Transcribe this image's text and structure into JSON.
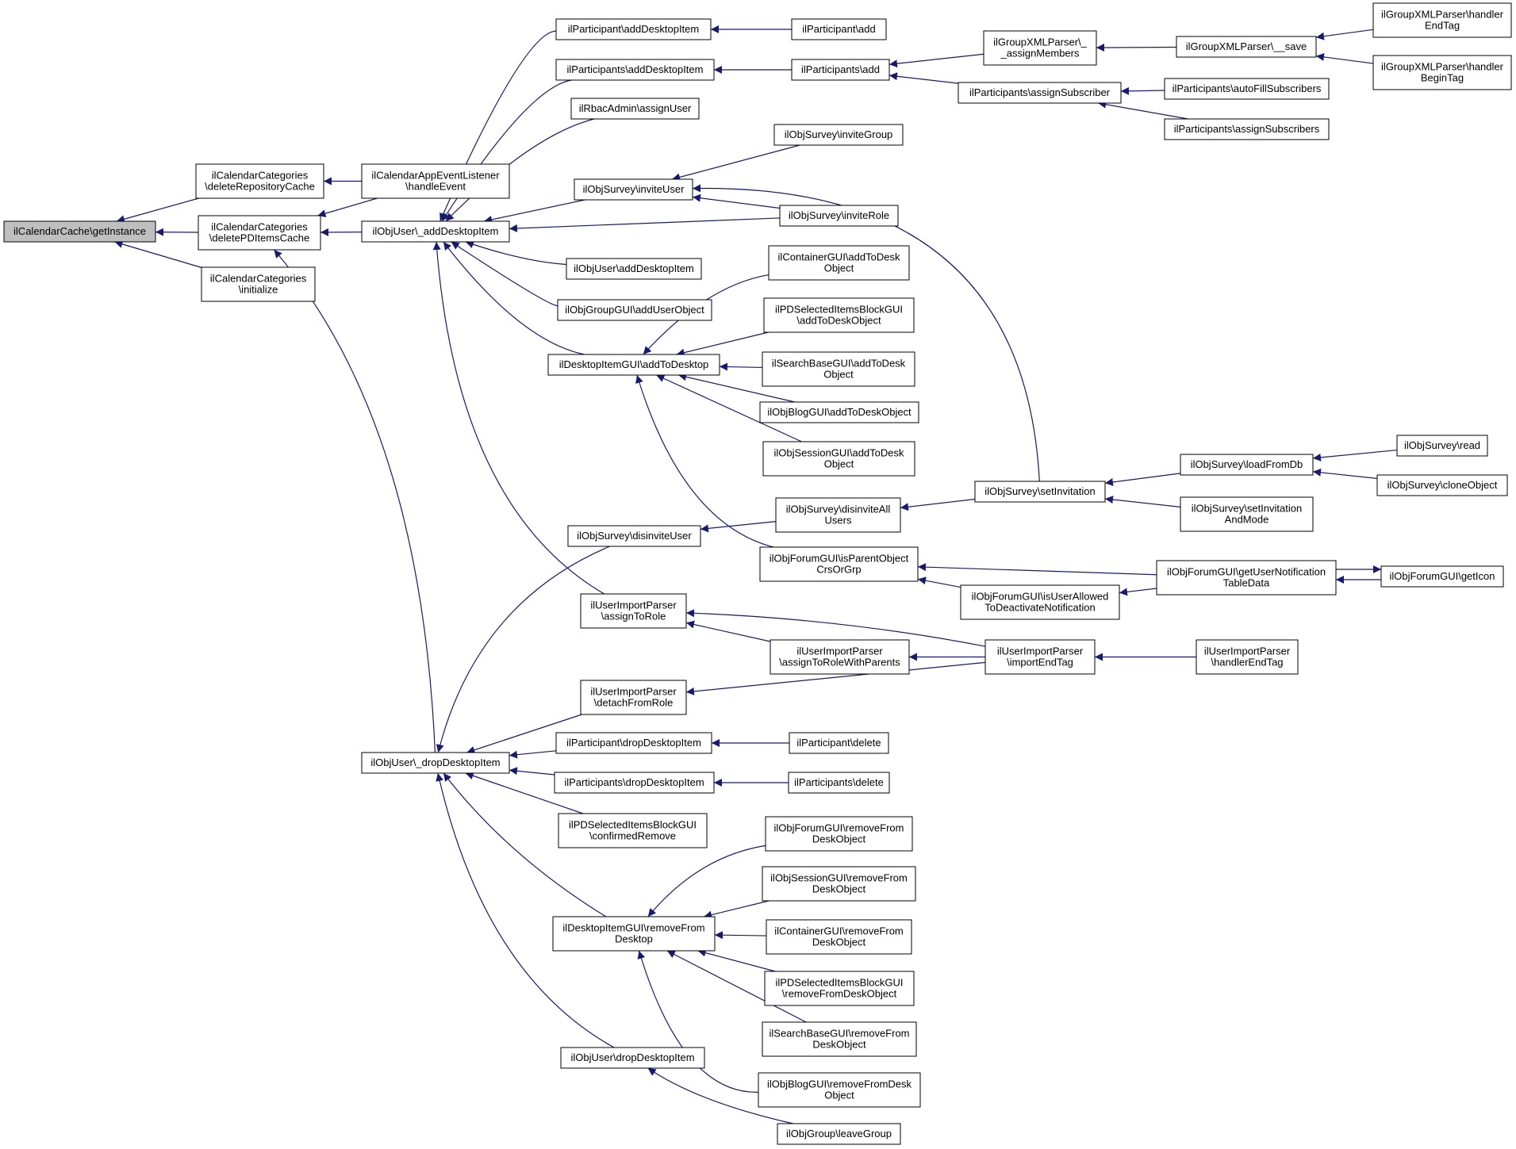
{
  "colors": {
    "edge": "#191970",
    "node_border": "#000000",
    "node_fill": "#ffffff",
    "root_fill": "#bfbfbf"
  },
  "nodes": [
    {
      "id": "n0",
      "lines": [
        "ilCalendarCache\\getInstance"
      ],
      "root": true
    },
    {
      "id": "n1",
      "lines": [
        "ilCalendarCategories",
        "\\deleteRepositoryCache"
      ]
    },
    {
      "id": "n2",
      "lines": [
        "ilCalendarCategories",
        "\\deletePDItemsCache"
      ]
    },
    {
      "id": "n3",
      "lines": [
        "ilCalendarCategories",
        "\\initialize"
      ]
    },
    {
      "id": "n4",
      "lines": [
        "ilCalendarAppEventListener",
        "\\handleEvent"
      ]
    },
    {
      "id": "n5",
      "lines": [
        "ilObjUser\\_addDesktopItem"
      ]
    },
    {
      "id": "n6",
      "lines": [
        "ilObjUser\\_dropDesktopItem"
      ]
    },
    {
      "id": "n7",
      "lines": [
        "ilParticipant\\addDesktopItem"
      ]
    },
    {
      "id": "n8",
      "lines": [
        "ilParticipants\\addDesktopItem"
      ]
    },
    {
      "id": "n9",
      "lines": [
        "ilRbacAdmin\\assignUser"
      ]
    },
    {
      "id": "n10",
      "lines": [
        "ilObjSurvey\\inviteUser"
      ]
    },
    {
      "id": "n11",
      "lines": [
        "ilObjUser\\addDesktopItem"
      ]
    },
    {
      "id": "n12",
      "lines": [
        "ilObjGroupGUI\\addUserObject"
      ]
    },
    {
      "id": "n13",
      "lines": [
        "ilDesktopItemGUI\\addToDesktop"
      ]
    },
    {
      "id": "n14",
      "lines": [
        "ilUserImportParser",
        "\\assignToRole"
      ]
    },
    {
      "id": "n15",
      "lines": [
        "ilObjSurvey\\disinviteUser"
      ]
    },
    {
      "id": "n16",
      "lines": [
        "ilUserImportParser",
        "\\detachFromRole"
      ]
    },
    {
      "id": "n17",
      "lines": [
        "ilParticipant\\dropDesktopItem"
      ]
    },
    {
      "id": "n18",
      "lines": [
        "ilParticipants\\dropDesktopItem"
      ]
    },
    {
      "id": "n19",
      "lines": [
        "ilPDSelectedItemsBlockGUI",
        "\\confirmedRemove"
      ]
    },
    {
      "id": "n20",
      "lines": [
        "ilDesktopItemGUI\\removeFrom",
        "Desktop"
      ]
    },
    {
      "id": "n21",
      "lines": [
        "ilObjUser\\dropDesktopItem"
      ]
    },
    {
      "id": "n22",
      "lines": [
        "ilParticipant\\add"
      ]
    },
    {
      "id": "n23",
      "lines": [
        "ilParticipants\\add"
      ]
    },
    {
      "id": "n24",
      "lines": [
        "ilObjSurvey\\inviteGroup"
      ]
    },
    {
      "id": "n25",
      "lines": [
        "ilObjSurvey\\inviteRole"
      ]
    },
    {
      "id": "n26",
      "lines": [
        "ilContainerGUI\\addToDesk",
        "Object"
      ]
    },
    {
      "id": "n27",
      "lines": [
        "ilPDSelectedItemsBlockGUI",
        "\\addToDeskObject"
      ]
    },
    {
      "id": "n28",
      "lines": [
        "ilSearchBaseGUI\\addToDesk",
        "Object"
      ]
    },
    {
      "id": "n29",
      "lines": [
        "ilObjBlogGUI\\addToDeskObject"
      ]
    },
    {
      "id": "n30",
      "lines": [
        "ilObjSessionGUI\\addToDesk",
        "Object"
      ]
    },
    {
      "id": "n31",
      "lines": [
        "ilObjSurvey\\disinviteAll",
        "Users"
      ]
    },
    {
      "id": "n32",
      "lines": [
        "ilObjForumGUI\\isParentObject",
        "CrsOrGrp"
      ]
    },
    {
      "id": "n33",
      "lines": [
        "ilUserImportParser",
        "\\assignToRoleWithParents"
      ]
    },
    {
      "id": "n34",
      "lines": [
        "ilParticipant\\delete"
      ]
    },
    {
      "id": "n35",
      "lines": [
        "ilParticipants\\delete"
      ]
    },
    {
      "id": "n36",
      "lines": [
        "ilObjForumGUI\\removeFrom",
        "DeskObject"
      ]
    },
    {
      "id": "n37",
      "lines": [
        "ilObjSessionGUI\\removeFrom",
        "DeskObject"
      ]
    },
    {
      "id": "n38",
      "lines": [
        "ilContainerGUI\\removeFrom",
        "DeskObject"
      ]
    },
    {
      "id": "n39",
      "lines": [
        "ilPDSelectedItemsBlockGUI",
        "\\removeFromDeskObject"
      ]
    },
    {
      "id": "n40",
      "lines": [
        "ilSearchBaseGUI\\removeFrom",
        "DeskObject"
      ]
    },
    {
      "id": "n41",
      "lines": [
        "ilObjBlogGUI\\removeFromDesk",
        "Object"
      ]
    },
    {
      "id": "n42",
      "lines": [
        "ilObjGroup\\leaveGroup"
      ]
    },
    {
      "id": "n43",
      "lines": [
        "ilGroupXMLParser\\_",
        "_assignMembers"
      ]
    },
    {
      "id": "n44",
      "lines": [
        "ilParticipants\\assignSubscriber"
      ]
    },
    {
      "id": "n45",
      "lines": [
        "ilObjSurvey\\setInvitation"
      ]
    },
    {
      "id": "n46",
      "lines": [
        "ilObjForumGUI\\isUserAllowed",
        "ToDeactivateNotification"
      ]
    },
    {
      "id": "n47",
      "lines": [
        "ilUserImportParser",
        "\\importEndTag"
      ]
    },
    {
      "id": "n48",
      "lines": [
        "ilGroupXMLParser\\__save"
      ]
    },
    {
      "id": "n49",
      "lines": [
        "ilParticipants\\autoFillSubscribers"
      ]
    },
    {
      "id": "n50",
      "lines": [
        "ilParticipants\\assignSubscribers"
      ]
    },
    {
      "id": "n51",
      "lines": [
        "ilObjSurvey\\loadFromDb"
      ]
    },
    {
      "id": "n52",
      "lines": [
        "ilObjSurvey\\setInvitation",
        "AndMode"
      ]
    },
    {
      "id": "n53",
      "lines": [
        "ilObjForumGUI\\getUserNotification",
        "TableData"
      ]
    },
    {
      "id": "n54",
      "lines": [
        "ilUserImportParser",
        "\\handlerEndTag"
      ]
    },
    {
      "id": "n55",
      "lines": [
        "ilGroupXMLParser\\handler",
        "EndTag"
      ]
    },
    {
      "id": "n56",
      "lines": [
        "ilGroupXMLParser\\handler",
        "BeginTag"
      ]
    },
    {
      "id": "n57",
      "lines": [
        "ilObjSurvey\\read"
      ]
    },
    {
      "id": "n58",
      "lines": [
        "ilObjSurvey\\cloneObject"
      ]
    },
    {
      "id": "n59",
      "lines": [
        "ilObjForumGUI\\getIcon"
      ]
    }
  ],
  "edges": [
    [
      "n1",
      "n0"
    ],
    [
      "n2",
      "n0"
    ],
    [
      "n3",
      "n0"
    ],
    [
      "n4",
      "n1"
    ],
    [
      "n4",
      "n2"
    ],
    [
      "n5",
      "n2"
    ],
    [
      "n6",
      "n2"
    ],
    [
      "n7",
      "n5"
    ],
    [
      "n8",
      "n5"
    ],
    [
      "n9",
      "n5"
    ],
    [
      "n10",
      "n5"
    ],
    [
      "n25",
      "n5"
    ],
    [
      "n11",
      "n5"
    ],
    [
      "n12",
      "n5"
    ],
    [
      "n13",
      "n5"
    ],
    [
      "n14",
      "n5"
    ],
    [
      "n15",
      "n6"
    ],
    [
      "n16",
      "n6"
    ],
    [
      "n17",
      "n6"
    ],
    [
      "n18",
      "n6"
    ],
    [
      "n19",
      "n6"
    ],
    [
      "n20",
      "n6"
    ],
    [
      "n21",
      "n6"
    ],
    [
      "n22",
      "n7"
    ],
    [
      "n23",
      "n8"
    ],
    [
      "n24",
      "n10"
    ],
    [
      "n25",
      "n10"
    ],
    [
      "n45",
      "n10"
    ],
    [
      "n26",
      "n13"
    ],
    [
      "n27",
      "n13"
    ],
    [
      "n28",
      "n13"
    ],
    [
      "n29",
      "n13"
    ],
    [
      "n30",
      "n13"
    ],
    [
      "n32",
      "n13"
    ],
    [
      "n31",
      "n15"
    ],
    [
      "n33",
      "n14"
    ],
    [
      "n47",
      "n14"
    ],
    [
      "n47",
      "n16"
    ],
    [
      "n34",
      "n17"
    ],
    [
      "n35",
      "n18"
    ],
    [
      "n36",
      "n20"
    ],
    [
      "n37",
      "n20"
    ],
    [
      "n38",
      "n20"
    ],
    [
      "n39",
      "n20"
    ],
    [
      "n40",
      "n20"
    ],
    [
      "n41",
      "n20"
    ],
    [
      "n42",
      "n21"
    ],
    [
      "n43",
      "n23"
    ],
    [
      "n44",
      "n23"
    ],
    [
      "n45",
      "n31"
    ],
    [
      "n53",
      "n32"
    ],
    [
      "n46",
      "n32"
    ],
    [
      "n53",
      "n46"
    ],
    [
      "n47",
      "n33"
    ],
    [
      "n48",
      "n43"
    ],
    [
      "n49",
      "n44"
    ],
    [
      "n50",
      "n44"
    ],
    [
      "n51",
      "n45"
    ],
    [
      "n52",
      "n45"
    ],
    [
      "n59",
      "n53"
    ],
    [
      "n53",
      "n59"
    ],
    [
      "n54",
      "n47"
    ],
    [
      "n55",
      "n48"
    ],
    [
      "n56",
      "n48"
    ],
    [
      "n57",
      "n51"
    ],
    [
      "n58",
      "n51"
    ]
  ]
}
